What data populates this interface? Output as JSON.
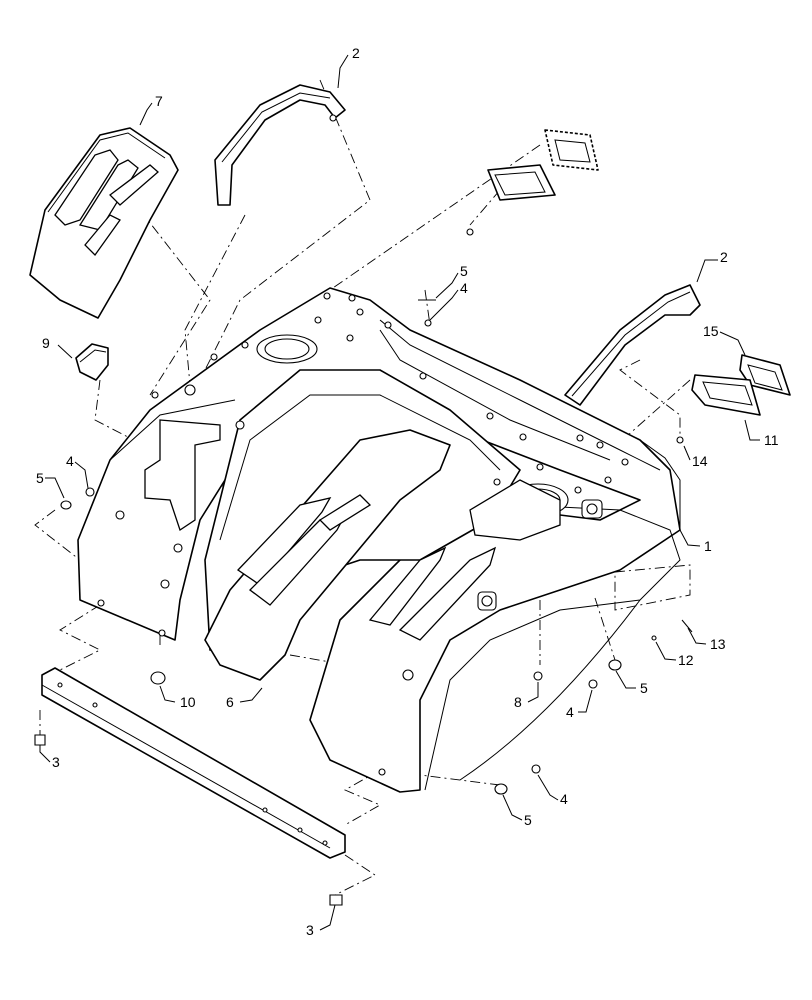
{
  "callouts": [
    {
      "id": "c2a",
      "text": "2"
    },
    {
      "id": "c7",
      "text": "7"
    },
    {
      "id": "c5a",
      "text": "5"
    },
    {
      "id": "c4a",
      "text": "4"
    },
    {
      "id": "c2b",
      "text": "2"
    },
    {
      "id": "c15",
      "text": "15"
    },
    {
      "id": "c9",
      "text": "9"
    },
    {
      "id": "c11",
      "text": "11"
    },
    {
      "id": "c14",
      "text": "14"
    },
    {
      "id": "c4b",
      "text": "4"
    },
    {
      "id": "c5b",
      "text": "5"
    },
    {
      "id": "c1",
      "text": "1"
    },
    {
      "id": "c13",
      "text": "13"
    },
    {
      "id": "c12",
      "text": "12"
    },
    {
      "id": "c10",
      "text": "10"
    },
    {
      "id": "c6",
      "text": "6"
    },
    {
      "id": "c8",
      "text": "8"
    },
    {
      "id": "c5c",
      "text": "5"
    },
    {
      "id": "c4c",
      "text": "4"
    },
    {
      "id": "c3a",
      "text": "3"
    },
    {
      "id": "c4d",
      "text": "4"
    },
    {
      "id": "c5d",
      "text": "5"
    },
    {
      "id": "c3b",
      "text": "3"
    }
  ]
}
